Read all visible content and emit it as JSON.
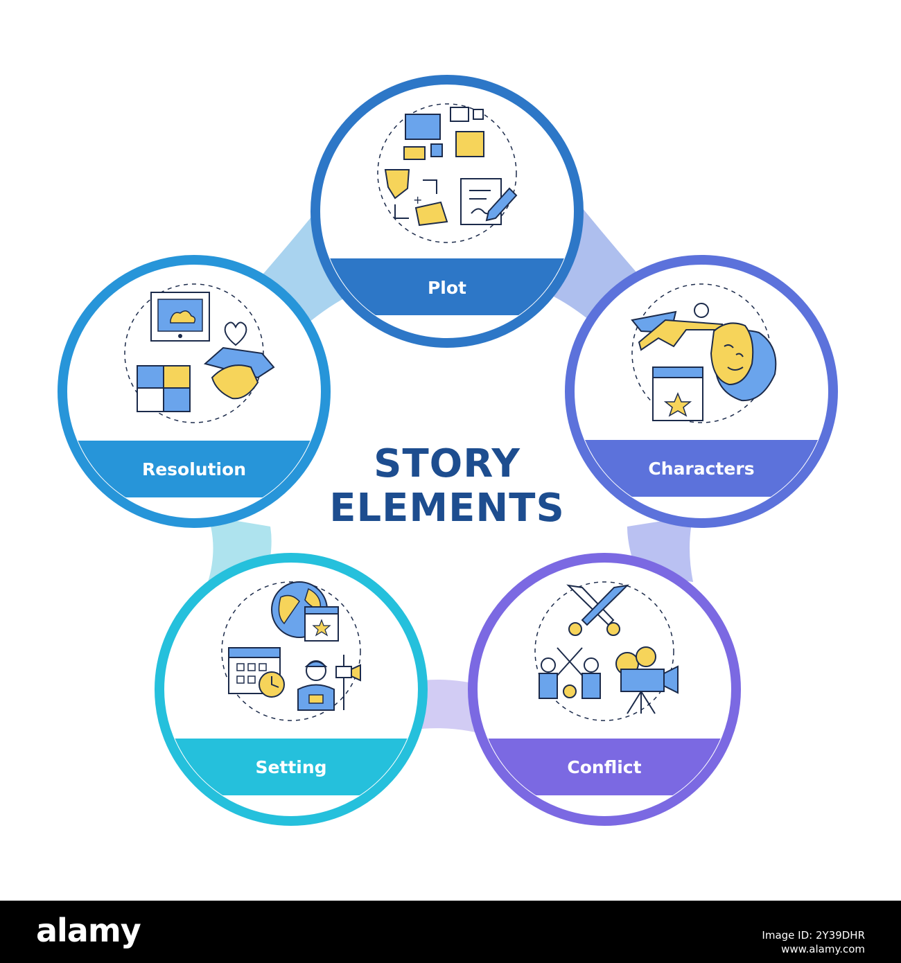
{
  "title": {
    "line1": "STORY",
    "line2": "ELEMENTS"
  },
  "nodes": [
    {
      "label": "Plot",
      "color": "#2d77c7",
      "bridge": "#a9cdee",
      "icons": [
        "calendar-notes-icon",
        "sticky-note-icon",
        "hands-frame-icon",
        "notebook-pencil-icon"
      ]
    },
    {
      "label": "Characters",
      "color": "#5c72db",
      "bridge": "#aebbef",
      "icons": [
        "superhero-icon",
        "theater-masks-icon",
        "clapperboard-star-icon"
      ]
    },
    {
      "label": "Conflict",
      "color": "#7b69e2",
      "bridge": "#c9c3f4",
      "icons": [
        "crossed-swords-icon",
        "fencing-duel-icon",
        "movie-camera-icon"
      ]
    },
    {
      "label": "Setting",
      "color": "#25c0dc",
      "bridge": "#a6e6f1",
      "icons": [
        "globe-clapperboard-icon",
        "calendar-clock-icon",
        "camera-operator-icon"
      ]
    },
    {
      "label": "Resolution",
      "color": "#2795d9",
      "bridge": "#a7d3f1",
      "icons": [
        "monitor-sun-icon",
        "heart-icon",
        "handshake-icon",
        "puzzle-icon"
      ]
    }
  ],
  "footer": {
    "brand": "alamy",
    "image_id_label": "Image ID: 2Y39DHR",
    "site": "www.alamy.com"
  },
  "colors": {
    "title": "#1d4d8f",
    "yellow": "#f6d45a",
    "blue": "#6aa4ec",
    "outline": "#1b2a4a"
  }
}
